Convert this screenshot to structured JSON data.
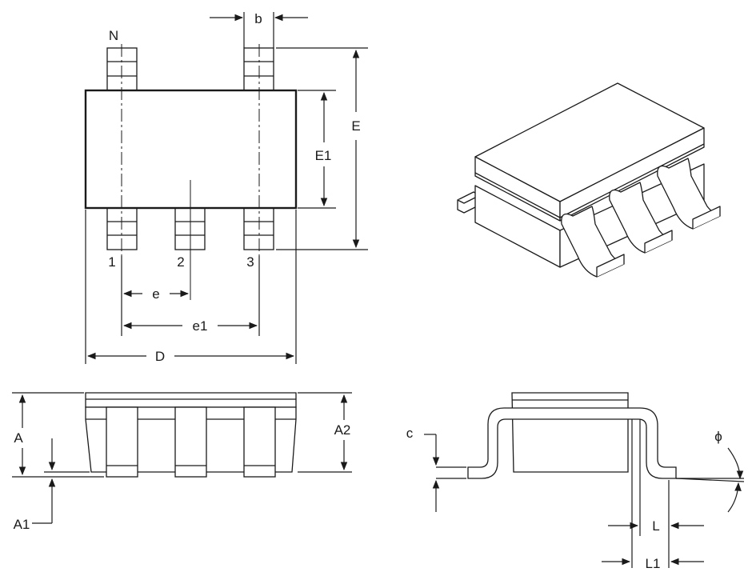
{
  "labels": {
    "N": "N",
    "b": "b",
    "E": "E",
    "E1": "E1",
    "pin1": "1",
    "pin2": "2",
    "pin3": "3",
    "e": "e",
    "e1": "e1",
    "D": "D",
    "A": "A",
    "A1": "A1",
    "A2": "A2",
    "c": "c",
    "phi": "ϕ",
    "L": "L",
    "L1": "L1"
  },
  "colors": {
    "line": "#1a1a1a",
    "body_fill": "#ffffff",
    "shade": "#e6e6e6"
  }
}
